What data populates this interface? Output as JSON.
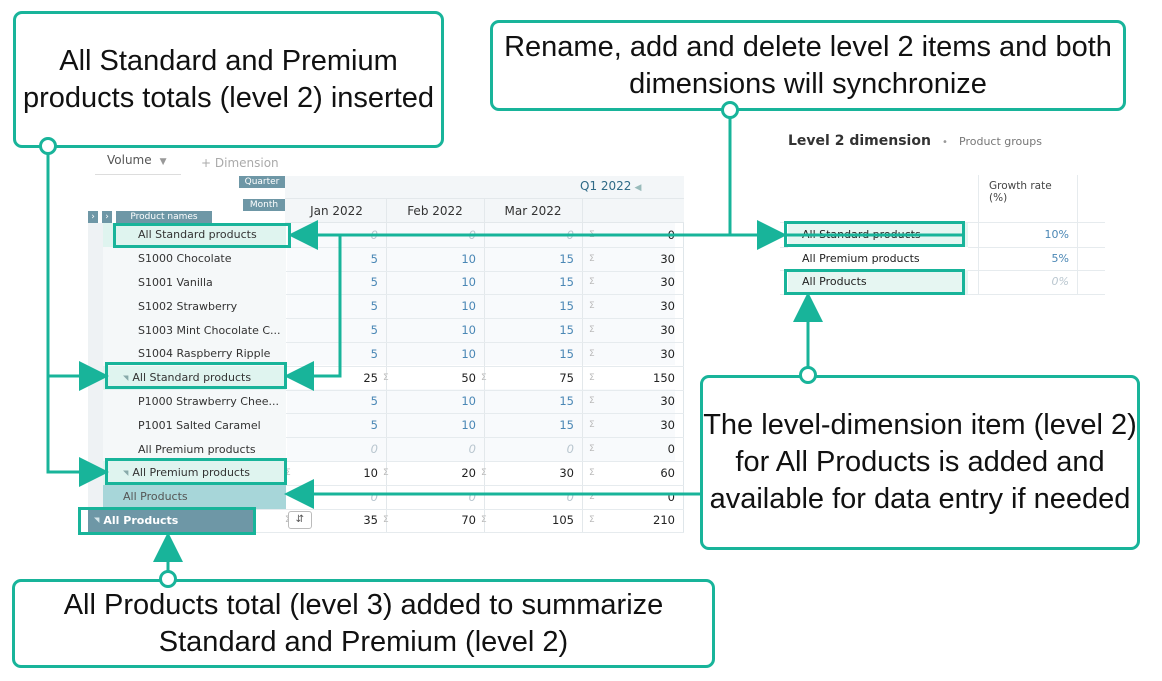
{
  "toolbar": {
    "volume": "Volume",
    "add_dimension": "+ Dimension"
  },
  "grid": {
    "tags": {
      "quarter": "Quarter",
      "month": "Month",
      "product_names": "Product names"
    },
    "quarter_label": "Q1 2022",
    "months": [
      "Jan 2022",
      "Feb 2022",
      "Mar 2022"
    ],
    "sigma": "Σ",
    "rows": [
      {
        "label": "All Standard products",
        "jan": "0",
        "feb": "0",
        "mar": "0",
        "total": "0"
      },
      {
        "label": "S1000 Chocolate",
        "jan": "5",
        "feb": "10",
        "mar": "15",
        "total": "30"
      },
      {
        "label": "S1001 Vanilla",
        "jan": "5",
        "feb": "10",
        "mar": "15",
        "total": "30"
      },
      {
        "label": "S1002 Strawberry",
        "jan": "5",
        "feb": "10",
        "mar": "15",
        "total": "30"
      },
      {
        "label": "S1003 Mint Chocolate C...",
        "jan": "5",
        "feb": "10",
        "mar": "15",
        "total": "30"
      },
      {
        "label": "S1004 Raspberry Ripple",
        "jan": "5",
        "feb": "10",
        "mar": "15",
        "total": "30"
      },
      {
        "label": "All Standard products",
        "jan": "25",
        "feb": "50",
        "mar": "75",
        "total": "150"
      },
      {
        "label": "P1000 Strawberry Chee...",
        "jan": "5",
        "feb": "10",
        "mar": "15",
        "total": "30"
      },
      {
        "label": "P1001 Salted Caramel",
        "jan": "5",
        "feb": "10",
        "mar": "15",
        "total": "30"
      },
      {
        "label": "All Premium products",
        "jan": "0",
        "feb": "0",
        "mar": "0",
        "total": "0"
      },
      {
        "label": "All Premium products",
        "jan": "10",
        "feb": "20",
        "mar": "30",
        "total": "60"
      },
      {
        "label": "All Products",
        "jan": "0",
        "feb": "0",
        "mar": "0",
        "total": "0"
      },
      {
        "label": "All Products",
        "jan": "35",
        "feb": "70",
        "mar": "105",
        "total": "210"
      }
    ]
  },
  "level2": {
    "title": "Level 2 dimension",
    "subtitle": "Product groups",
    "column": "Growth rate (%)",
    "rows": [
      {
        "label": "All Standard products",
        "value": "10%"
      },
      {
        "label": "All Premium products",
        "value": "5%"
      },
      {
        "label": "All Products",
        "value": "0%"
      }
    ]
  },
  "callouts": {
    "inserted": "All Standard and Premium products totals (level 2) inserted",
    "rename": "Rename, add and delete level 2 items and both dimensions will synchronize",
    "level_item": "The level-dimension item (level 2) for All Products is added and available for data entry if needed",
    "total": "All Products total (level 3) added to summarize Standard and Premium (level 2)"
  },
  "colors": {
    "accent": "#18b49a",
    "header_tag": "#6e97a6",
    "input_blue": "#4a87b5"
  }
}
